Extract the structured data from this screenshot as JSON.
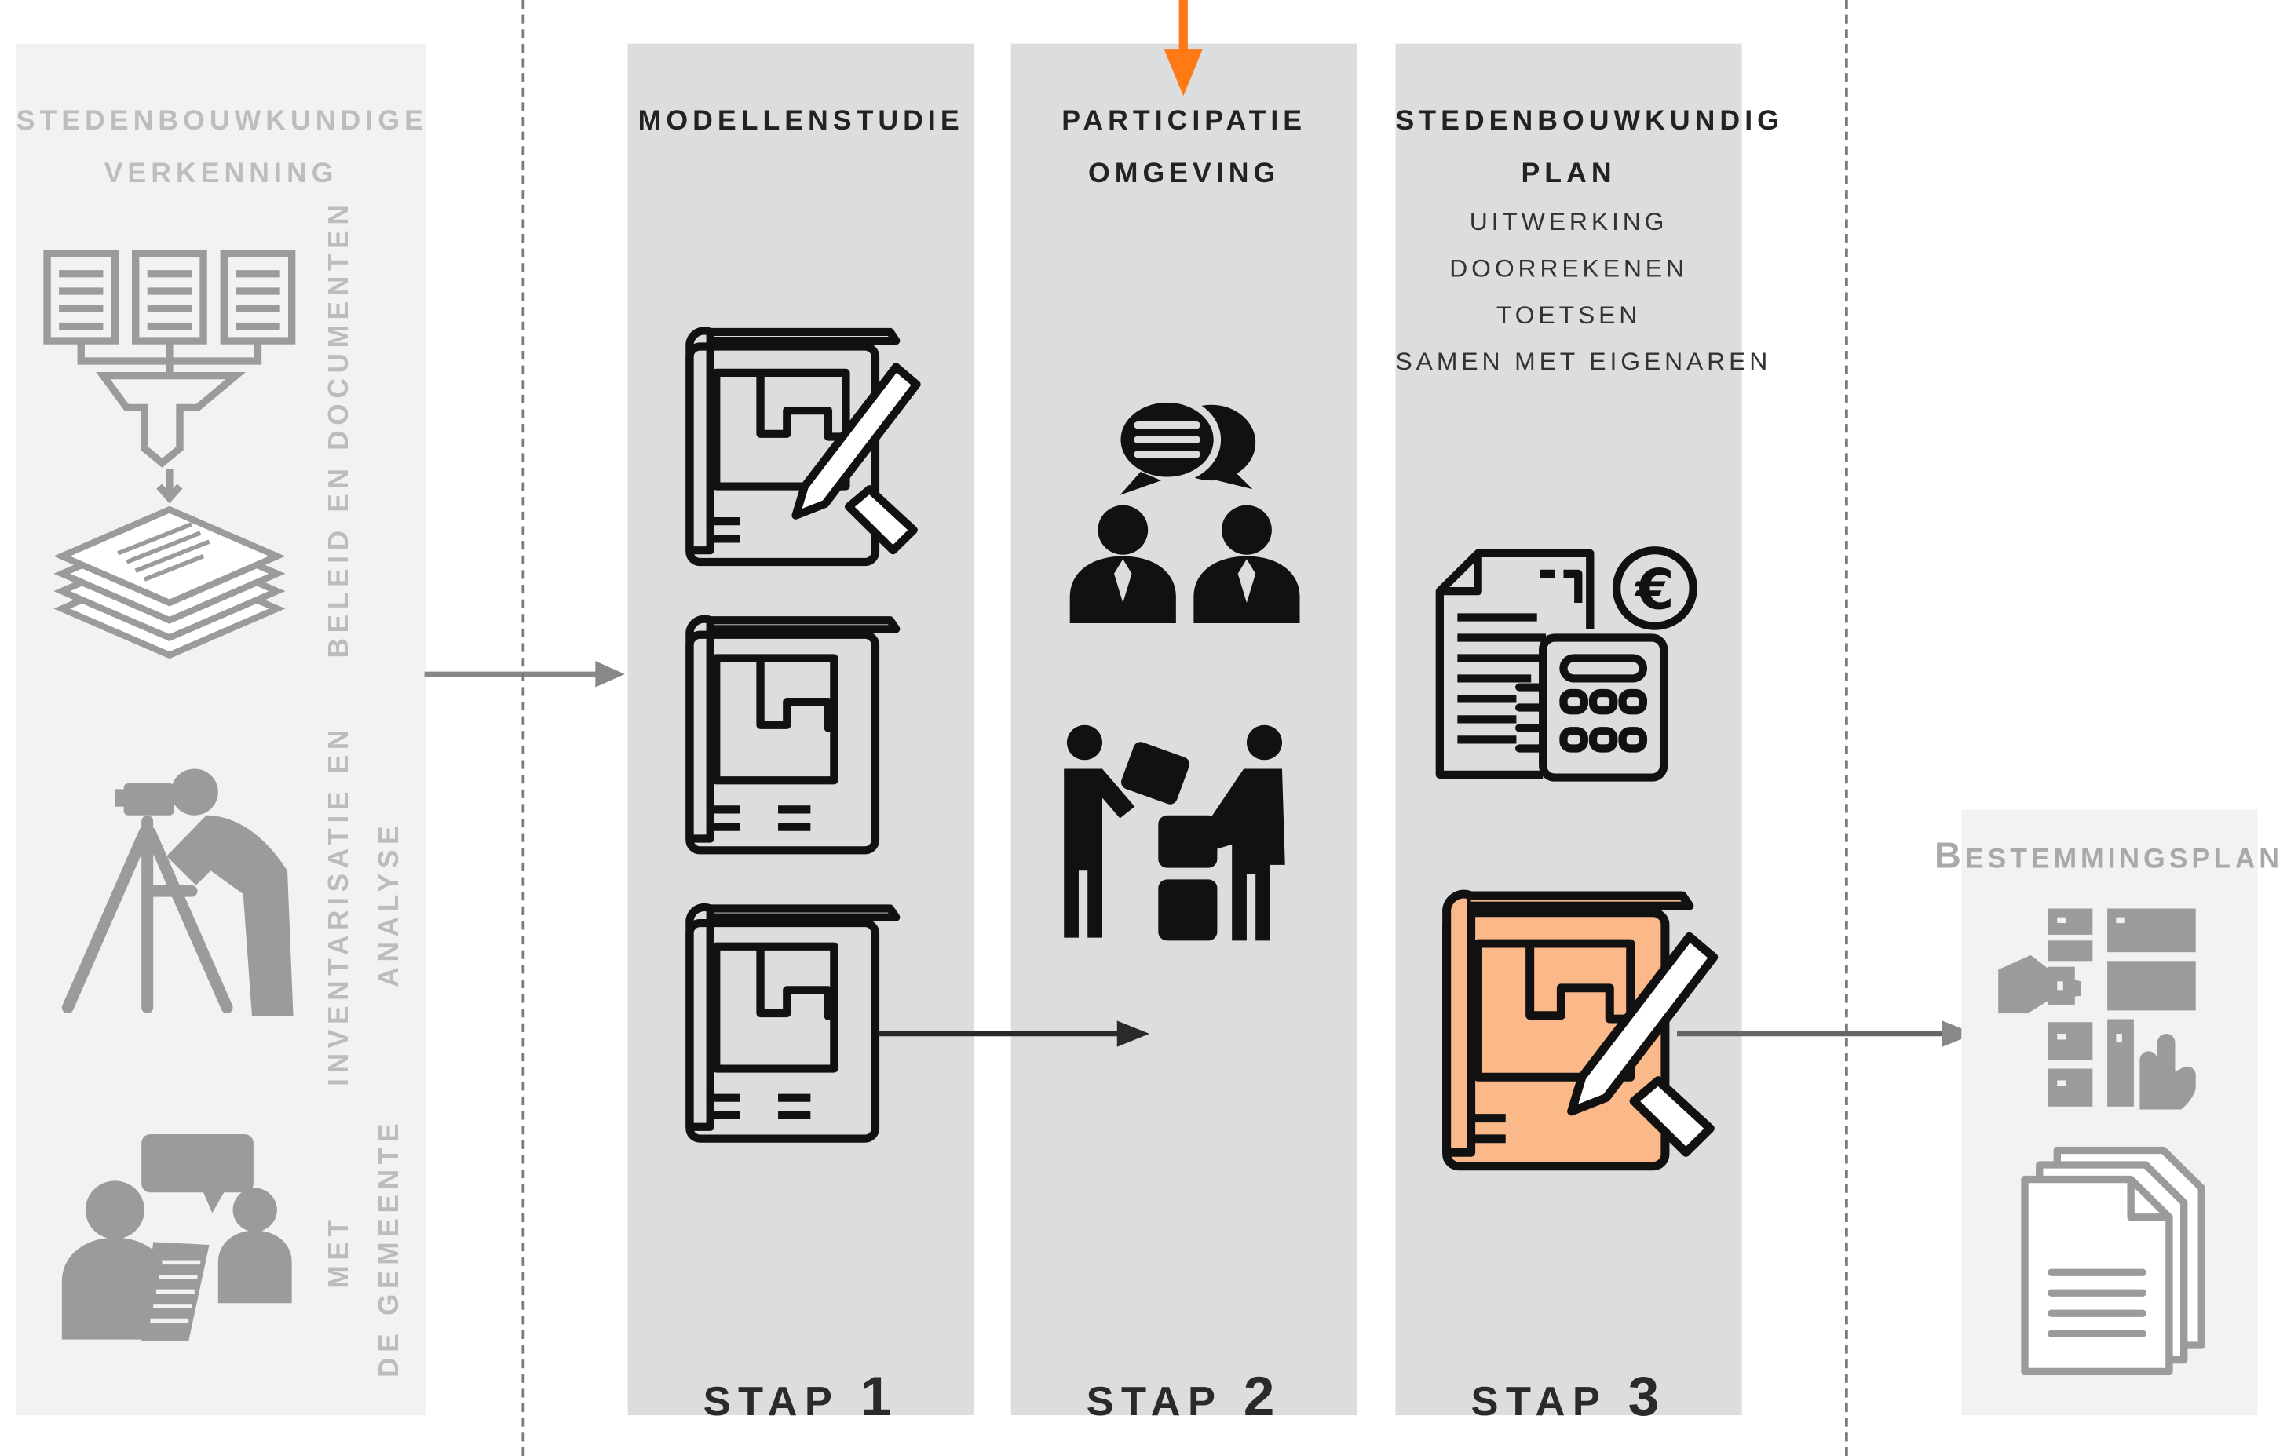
{
  "verkenning": {
    "title_line1": "STEDENBOUWKUNDIGE",
    "title_line2": "VERKENNING",
    "label_beleid": "BELEID EN DOCUMENTEN",
    "label_inv_line1": "INVENTARISATIE EN",
    "label_inv_line2": "ANALYSE",
    "label_met_line1": "MET",
    "label_met_line2": "DE GEMEENTE"
  },
  "stap1": {
    "title": "MODELLENSTUDIE",
    "stap_word": "STAP",
    "stap_num": "1"
  },
  "stap2": {
    "title_line1": "PARTICIPATIE",
    "title_line2": "OMGEVING",
    "stap_word": "STAP",
    "stap_num": "2"
  },
  "stap3": {
    "title_line1": "STEDENBOUWKUNDIG",
    "title_line2": "PLAN",
    "sub": [
      "UITWERKING",
      "DOORREKENEN",
      "TOETSEN",
      "SAMEN MET EIGENAREN"
    ],
    "stap_word": "STAP",
    "stap_num": "3"
  },
  "bestemmingsplan": {
    "cap": "B",
    "rest": "ESTEMMINGSPLAN"
  },
  "colors": {
    "panel_light": "#f2f2f2",
    "panel_gray": "#dcdddf",
    "icon_gray": "#9b9b9b",
    "icon_black": "#111111",
    "accent_orange": "#ff7a14",
    "highlight_orange": "#fbb98a",
    "arrow_gray": "#888888",
    "arrow_dark": "#2a2a2a"
  },
  "icons": [
    "documents-funnel-icon",
    "surveyor-icon",
    "meeting-icon",
    "blueprint-edit-icon",
    "blueprint-icon",
    "chat-people-icon",
    "teamwork-icon",
    "budget-calculator-icon",
    "map-touch-icon",
    "documents-stack-icon"
  ]
}
